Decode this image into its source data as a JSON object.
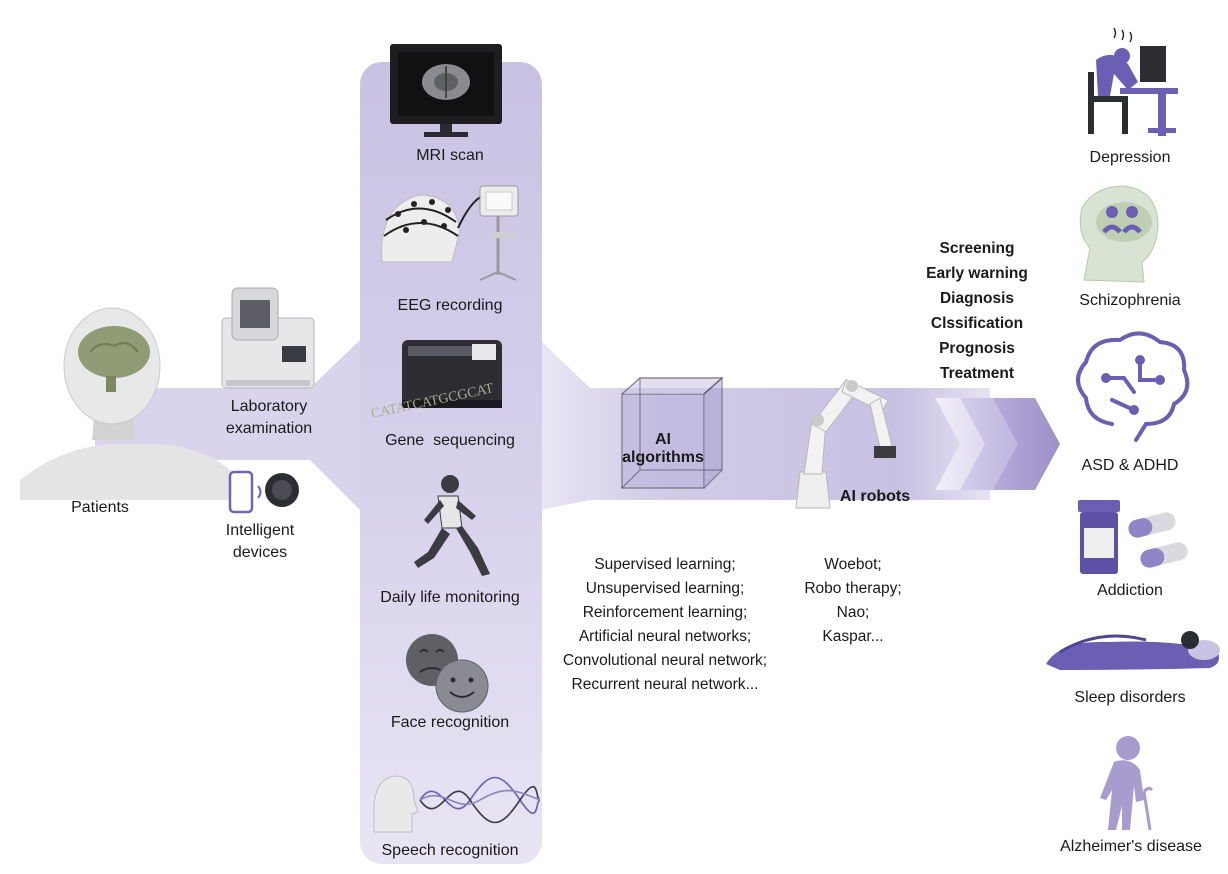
{
  "patients": {
    "label": "Patients"
  },
  "lab": {
    "label": "Laboratory examination"
  },
  "devices": {
    "label": "Intelligent devices"
  },
  "column": {
    "mri": "MRI scan",
    "eeg": "EEG recording",
    "gene": "Gene  sequencing",
    "gene_letters": "CATATCATGCGCAT",
    "daily": "Daily life monitoring",
    "face": "Face recognition",
    "speech": "Speech recognition"
  },
  "ai": {
    "box_label_line1": "AI",
    "box_label_line2": "algorithms",
    "methods": [
      "Supervised learning;",
      "Unsupervised learning;",
      "Reinforcement learning;",
      "Artificial neural networks;",
      "Convolutional neural network;",
      "Recurrent neural network..."
    ]
  },
  "robots": {
    "label": "AI robots",
    "examples": [
      "Woebot;",
      "Robo therapy;",
      "Nao;",
      "Kaspar..."
    ]
  },
  "tasks": [
    "Screening",
    "Early warning",
    "Diagnosis",
    "Clssification",
    "Prognosis",
    "Treatment"
  ],
  "disorders": {
    "depression": "Depression",
    "schizophrenia": "Schizophrenia",
    "asd": "ASD & ADHD",
    "addiction": "Addiction",
    "sleep": "Sleep disorders",
    "alzheimer": "Alzheimer's disease"
  },
  "colors": {
    "band": "#cfc9e6",
    "band_dark": "#b9b0da",
    "chevron": "#a89ccf",
    "icon_purple": "#7a6fbf",
    "text": "#1a1a1a"
  }
}
